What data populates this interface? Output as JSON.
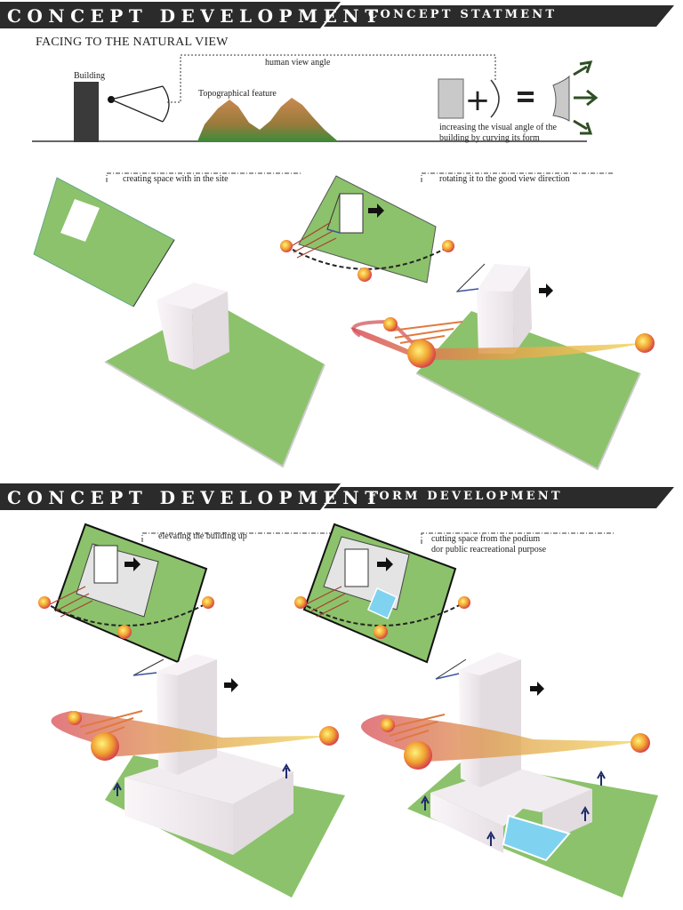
{
  "section1": {
    "banner_main": "CONCEPT DEVELOPMENT",
    "banner_sub": "CONCEPT STATMENT"
  },
  "facing": {
    "title": "FACING TO THE NATURAL VIEW",
    "building_label": "Building",
    "view_angle_label": "human view angle",
    "topo_label": "Topographical feature",
    "curve_caption_1": "increasing the visual angle of the",
    "curve_caption_2": "building by curving its form"
  },
  "steps": {
    "step1": "creating space with in the site",
    "step2": "rotating it to the good view direction",
    "step3": "elevating  the building up",
    "step4_line1": "cutting space from the podium",
    "step4_line2": "dor public reacreational purpose"
  },
  "section2": {
    "banner_main": "CONCEPT DEVELOPMENT",
    "banner_sub": "FORM DEVELOPMENT"
  },
  "colors": {
    "banner": "#2b2b2b",
    "site_green": "#8cc26b",
    "building": "#f3eef2",
    "sun_path": "#e8a040",
    "pool": "#7fd3f0"
  }
}
